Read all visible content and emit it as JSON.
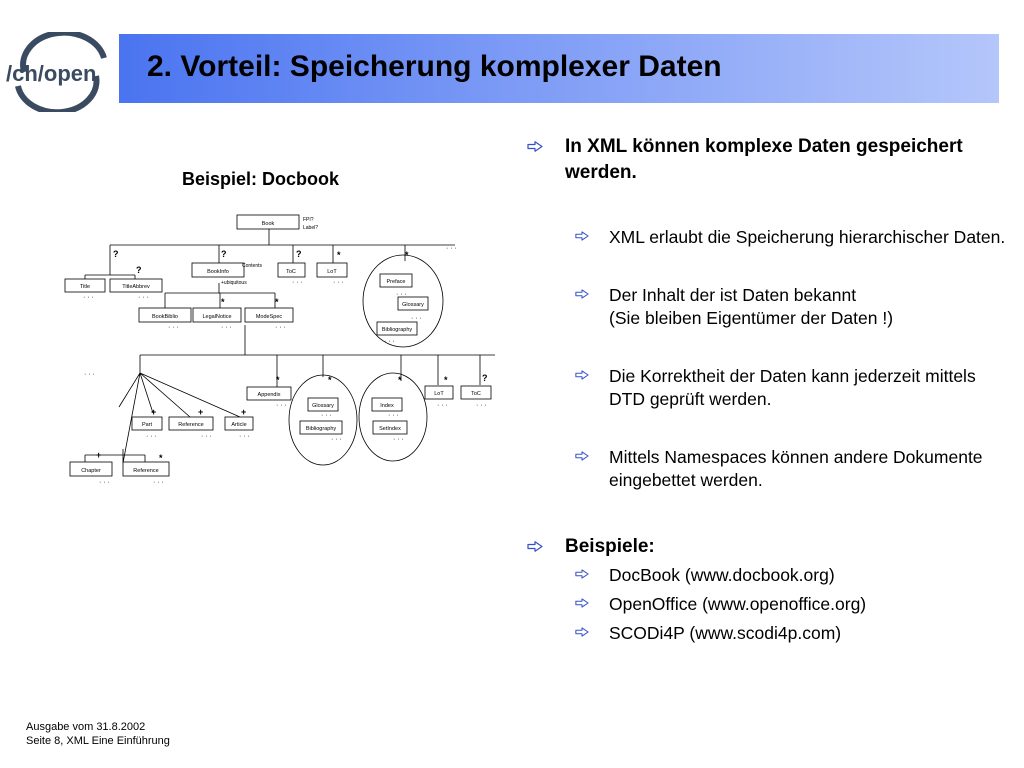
{
  "logo_text": "/ch/open",
  "title": "2. Vorteil: Speicherung komplexer Daten",
  "diagram": {
    "caption": "Beispiel: Docbook",
    "nodes": {
      "book": "Book",
      "fpi": "FPI?",
      "label": "Label?",
      "title": "Title",
      "titleabbrev": "TitleAbbrev",
      "bookinfo": "BookInfo",
      "contents": "Contents",
      "ubiquitous": "+ubiquitous",
      "toc": "ToC",
      "lot": "LoT",
      "preface": "Preface",
      "glossary": "Glossary",
      "bibliography": "Bibliography",
      "bookbiblio": "BookBiblio",
      "legalnotice": "LegalNotice",
      "modespec": "ModeSpec",
      "appendix": "Appendix",
      "glossary2": "Glossary",
      "bibliography2": "Bibliography",
      "index": "Index",
      "setindex": "SetIndex",
      "lot2": "LoT",
      "toc2": "ToC",
      "part": "Part",
      "reference": "Reference",
      "article": "Article",
      "chapter": "Chapter",
      "reference2": "Reference"
    },
    "marks": {
      "optional": "?",
      "many": "*",
      "plus": "+",
      "ellipsis": "· · ·"
    }
  },
  "bullets": {
    "b1": "In XML können komplexe Daten gespeichert werden.",
    "s1": "XML erlaubt die Speicherung hierarchischer Daten.",
    "s2a": "Der Inhalt der ist Daten bekannt",
    "s2b": "(Sie bleiben Eigentümer der Daten !)",
    "s3": "Die Korrektheit der Daten kann jederzeit mittels DTD geprüft werden.",
    "s4": "Mittels Namespaces können andere Dokumente eingebettet werden.",
    "b2": "Beispiele:",
    "e1": "DocBook (www.docbook.org)",
    "e2": "OpenOffice (www.openoffice.org)",
    "e3": "SCODi4P (www.scodi4p.com)"
  },
  "footer": {
    "line1": "Ausgabe vom 31.8.2002",
    "line2": "Seite 8, XML Eine Einführung"
  },
  "colors": {
    "title_bar_start": "#4a74f0",
    "title_bar_end": "#b4c6fa",
    "bullet_arrow": "#3652c8",
    "logo": "#3a4a60"
  },
  "icons": {
    "bullet": "outline-right-arrow-icon",
    "logo": "ch-open-swoosh-logo"
  }
}
